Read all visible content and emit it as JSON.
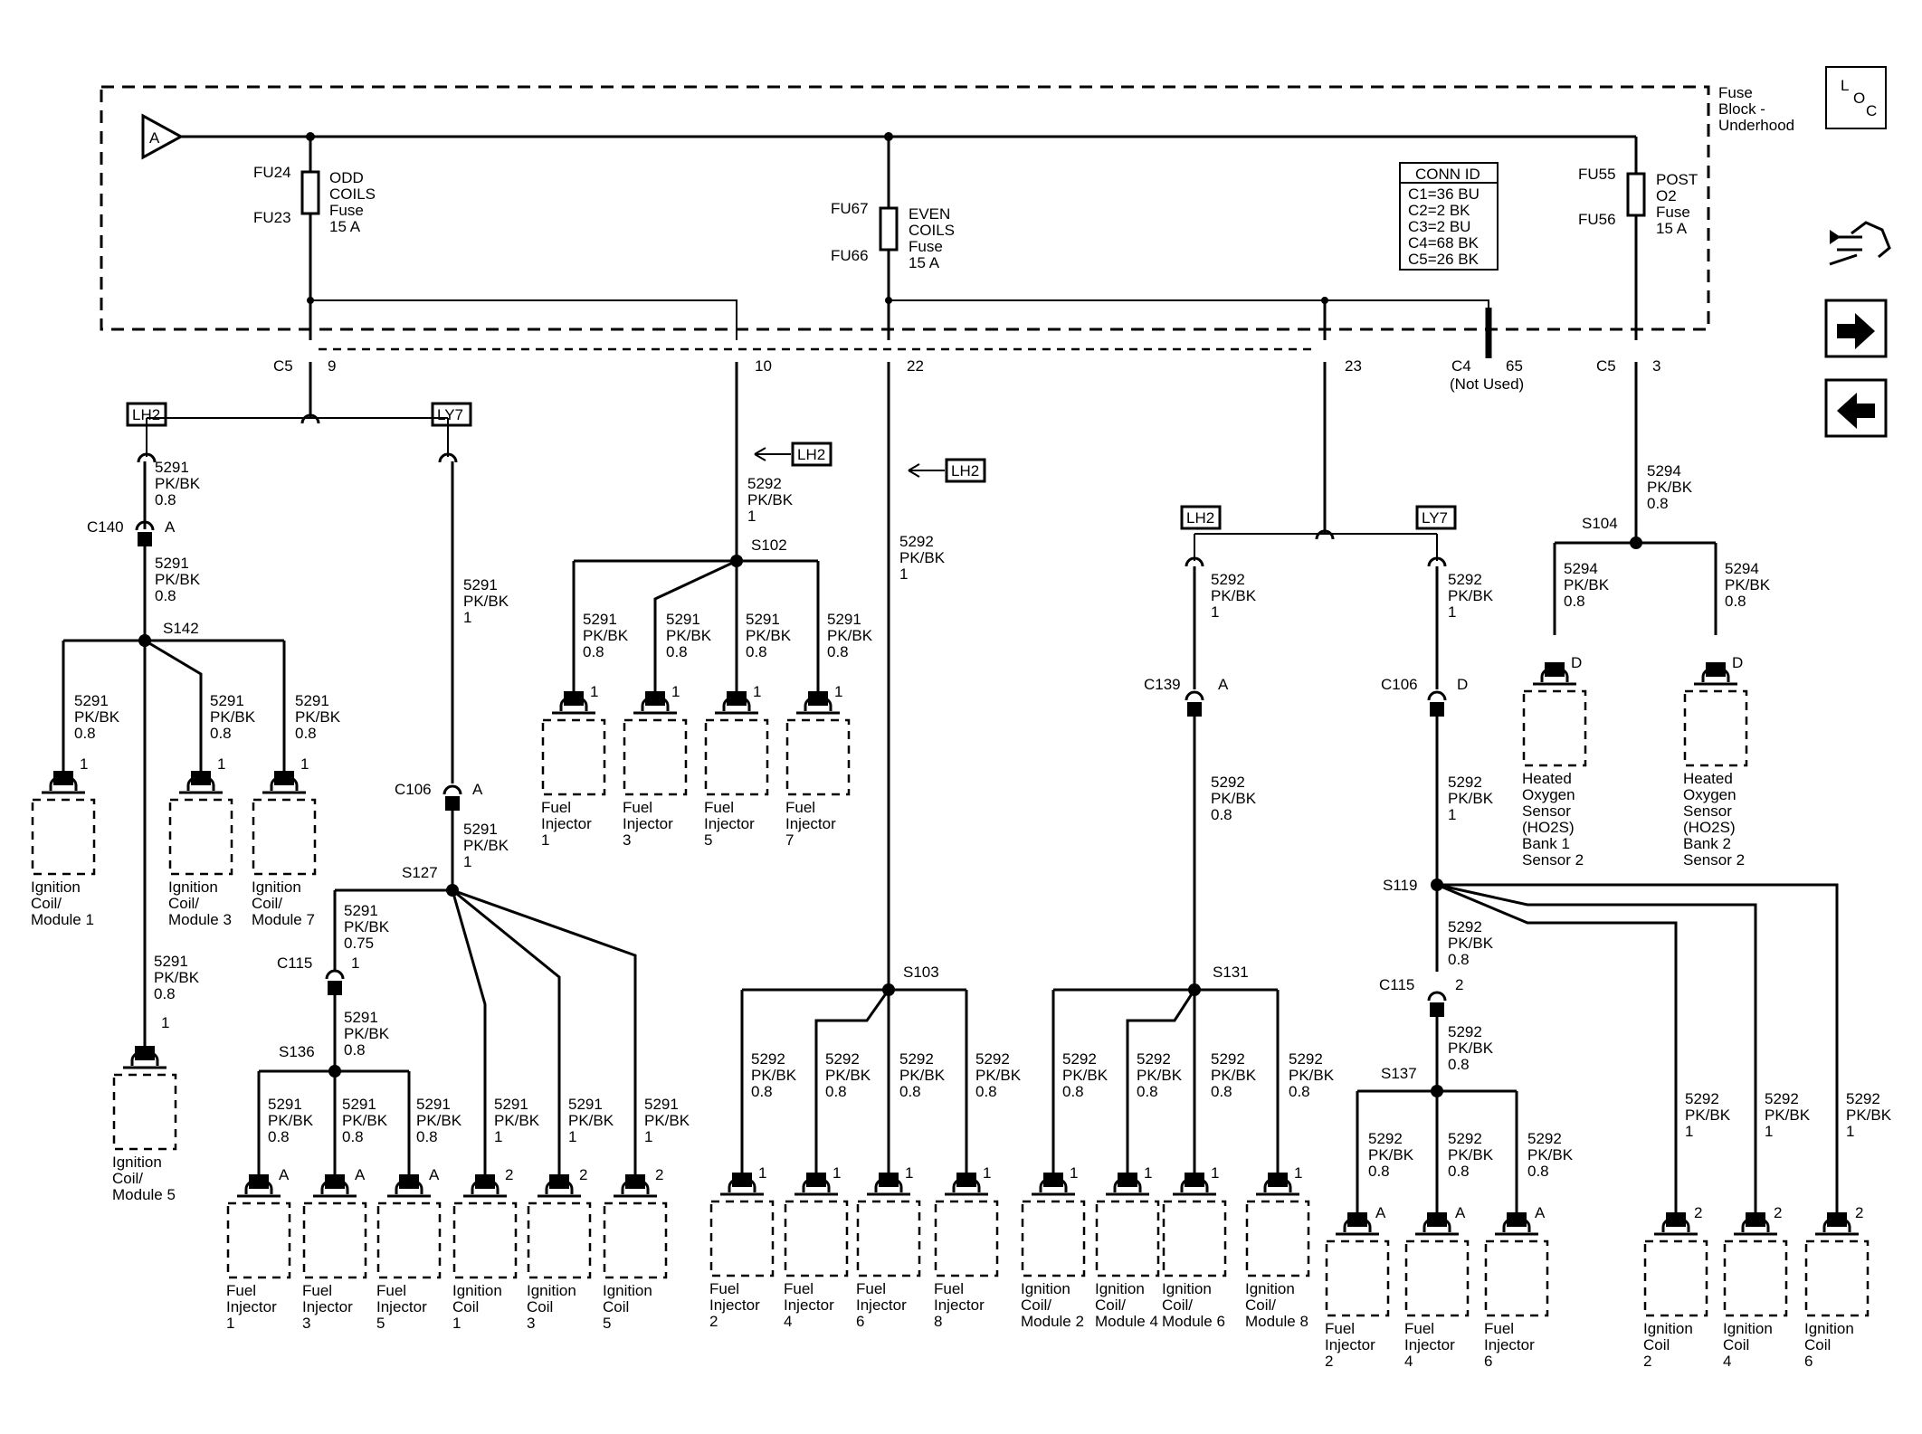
{
  "fuse_block": {
    "title": [
      "Fuse",
      "Block -",
      "Underhood"
    ],
    "input_label": "A"
  },
  "conn_id": {
    "title": "CONN ID",
    "rows": [
      "C1=36 BU",
      "C2=2 BK",
      "C3=2 BU",
      "C4=68 BK",
      "C5=26 BK"
    ]
  },
  "fuses": {
    "odd": {
      "top": "FU24",
      "bottom": "FU23",
      "name": [
        "ODD",
        "COILS",
        "Fuse",
        "15 A"
      ]
    },
    "even": {
      "top": "FU67",
      "bottom": "FU66",
      "name": [
        "EVEN",
        "COILS",
        "Fuse",
        "15 A"
      ]
    },
    "post": {
      "top": "FU55",
      "bottom": "FU56",
      "name": [
        "POST",
        "O2",
        "Fuse",
        "15 A"
      ]
    }
  },
  "pins": {
    "c5_9": {
      "conn": "C5",
      "pin": "9"
    },
    "p10": "10",
    "p22": "22",
    "p23": "23",
    "c4": {
      "conn": "C4",
      "pin": "65",
      "note": "(Not Used)"
    },
    "c5_3": {
      "conn": "C5",
      "pin": "3"
    }
  },
  "engine_tags": {
    "lh2": "LH2",
    "ly7": "LY7"
  },
  "nav": {
    "loc_letters": [
      "L",
      "O",
      "C"
    ]
  },
  "wires": {
    "w5291_08": [
      "5291",
      "PK/BK",
      "0.8"
    ],
    "w5291_1": [
      "5291",
      "PK/BK",
      "1"
    ],
    "w5291_075": [
      "5291",
      "PK/BK",
      "0.75"
    ],
    "w5292_1": [
      "5292",
      "PK/BK",
      "1"
    ],
    "w5292_08": [
      "5292",
      "PK/BK",
      "0.8"
    ],
    "w5294_08": [
      "5294",
      "PK/BK",
      "0.8"
    ]
  },
  "inline_connectors": {
    "c140": {
      "id": "C140",
      "pin": "A"
    },
    "c106_left": {
      "id": "C106",
      "pin": "A"
    },
    "c115_left": {
      "id": "C115",
      "pin": "1"
    },
    "c139": {
      "id": "C139",
      "pin": "A"
    },
    "c106_right": {
      "id": "C106",
      "pin": "D"
    },
    "c115_right": {
      "id": "C115",
      "pin": "2"
    }
  },
  "splices": {
    "s142": "S142",
    "s127": "S127",
    "s136": "S136",
    "s102": "S102",
    "s103": "S103",
    "s131": "S131",
    "s119": "S119",
    "s137": "S137",
    "s104": "S104"
  },
  "components": {
    "ign_coil_mod_1": [
      "Ignition",
      "Coil/",
      "Module 1"
    ],
    "ign_coil_mod_3": [
      "Ignition",
      "Coil/",
      "Module 3"
    ],
    "ign_coil_mod_7": [
      "Ignition",
      "Coil/",
      "Module 7"
    ],
    "ign_coil_mod_5": [
      "Ignition",
      "Coil/",
      "Module 5"
    ],
    "s136_inj_1": [
      "Fuel",
      "Injector",
      "1"
    ],
    "s136_inj_3": [
      "Fuel",
      "Injector",
      "3"
    ],
    "s136_inj_5": [
      "Fuel",
      "Injector",
      "5"
    ],
    "s127_coil_1": [
      "Ignition",
      "Coil",
      "1"
    ],
    "s127_coil_3": [
      "Ignition",
      "Coil",
      "3"
    ],
    "s127_coil_5": [
      "Ignition",
      "Coil",
      "5"
    ],
    "s102_inj_1": [
      "Fuel",
      "Injector",
      "1"
    ],
    "s102_inj_3": [
      "Fuel",
      "Injector",
      "3"
    ],
    "s102_inj_5": [
      "Fuel",
      "Injector",
      "5"
    ],
    "s102_inj_7": [
      "Fuel",
      "Injector",
      "7"
    ],
    "s103_inj_2": [
      "Fuel",
      "Injector",
      "2"
    ],
    "s103_inj_4": [
      "Fuel",
      "Injector",
      "4"
    ],
    "s103_inj_6": [
      "Fuel",
      "Injector",
      "6"
    ],
    "s103_inj_8": [
      "Fuel",
      "Injector",
      "8"
    ],
    "ign_coil_mod_2": [
      "Ignition",
      "Coil/",
      "Module 2"
    ],
    "ign_coil_mod_4": [
      "Ignition",
      "Coil/",
      "Module 4"
    ],
    "ign_coil_mod_6": [
      "Ignition",
      "Coil/",
      "Module 6"
    ],
    "ign_coil_mod_8": [
      "Ignition",
      "Coil/",
      "Module 8"
    ],
    "s137_inj_2": [
      "Fuel",
      "Injector",
      "2"
    ],
    "s137_inj_4": [
      "Fuel",
      "Injector",
      "4"
    ],
    "s137_inj_6": [
      "Fuel",
      "Injector",
      "6"
    ],
    "s119_coil_2": [
      "Ignition",
      "Coil",
      "2"
    ],
    "s119_coil_4": [
      "Ignition",
      "Coil",
      "4"
    ],
    "s119_coil_6": [
      "Ignition",
      "Coil",
      "6"
    ],
    "ho2s_b1s2": [
      "Heated",
      "Oxygen",
      "Sensor",
      "(HO2S)",
      "Bank 1",
      "Sensor 2"
    ],
    "ho2s_b2s2": [
      "Heated",
      "Oxygen",
      "Sensor",
      "(HO2S)",
      "Bank 2",
      "Sensor 2"
    ]
  }
}
